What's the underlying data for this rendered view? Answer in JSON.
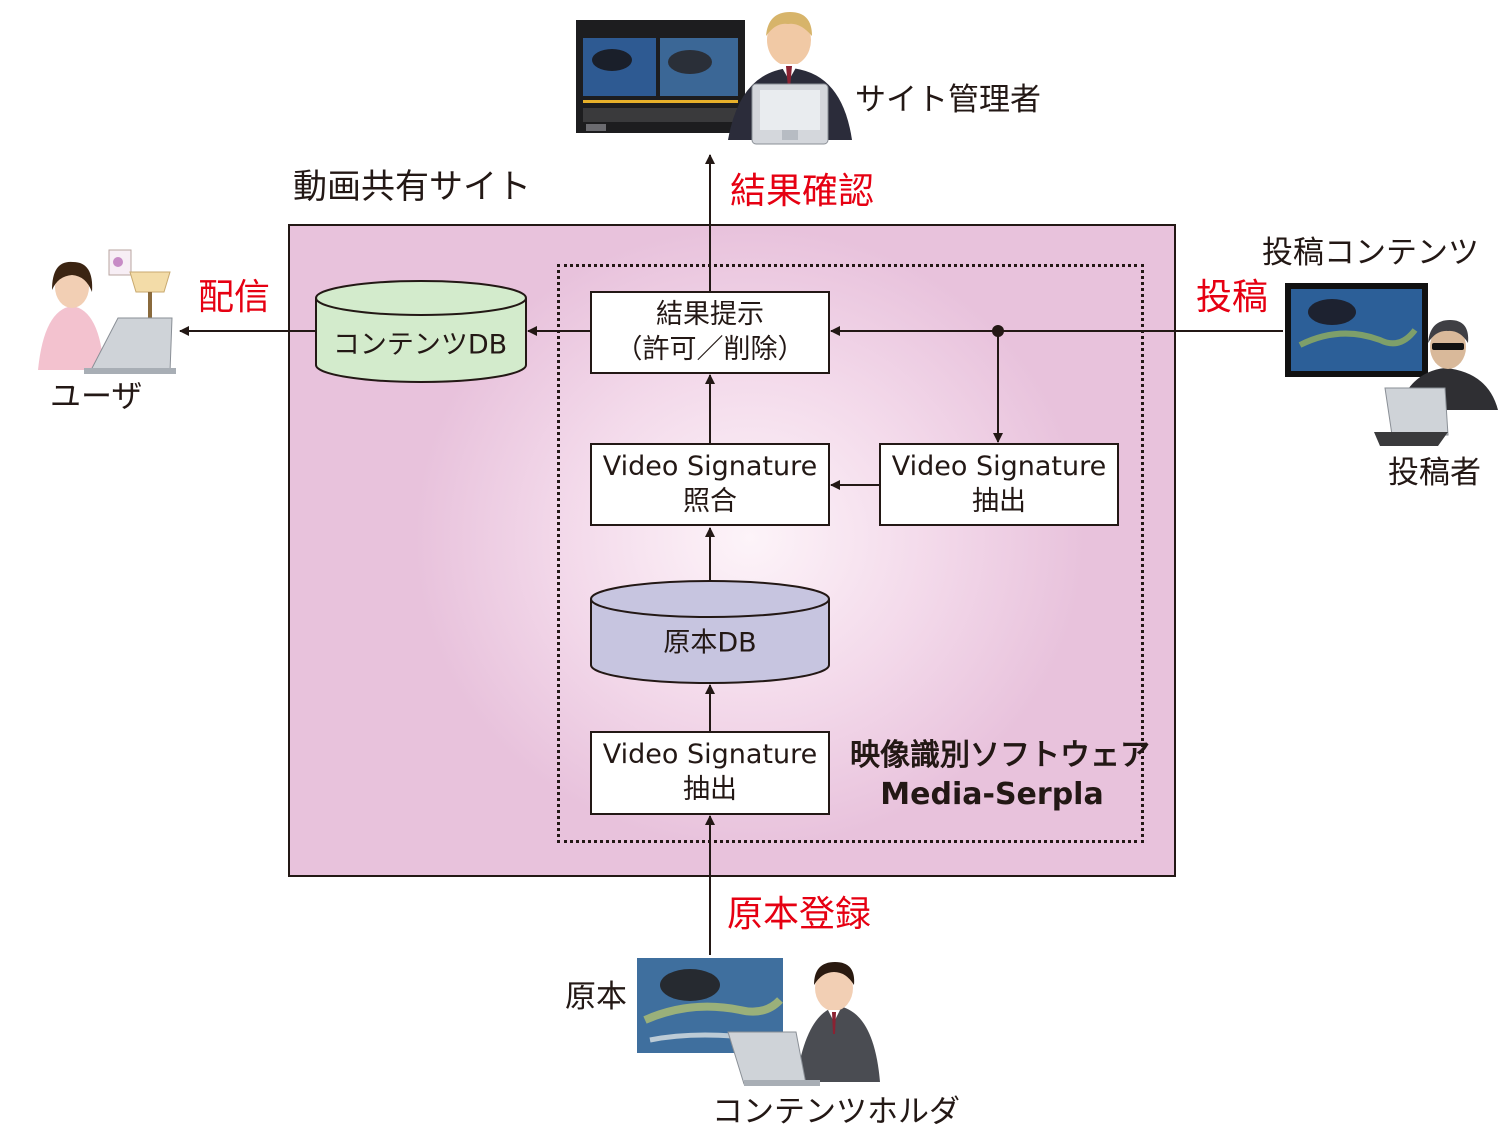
{
  "site_label": "動画共有サイト",
  "admin": {
    "label": "サイト管理者",
    "action": "結果確認"
  },
  "user": {
    "label": "ユーザ",
    "action": "配信"
  },
  "poster": {
    "content_label": "投稿コンテンツ",
    "action": "投稿",
    "label": "投稿者"
  },
  "holder": {
    "original_label": "原本",
    "action": "原本登録",
    "label": "コンテンツホルダ"
  },
  "boxes": {
    "result": {
      "line1": "結果提示",
      "line2": "（許可／削除）"
    },
    "match": {
      "line1": "Video Signature",
      "line2": "照合"
    },
    "extract_right": {
      "line1": "Video Signature",
      "line2": "抽出"
    },
    "extract_bottom": {
      "line1": "Video Signature",
      "line2": "抽出"
    }
  },
  "databases": {
    "content_db": "コンテンツDB",
    "original_db": "原本DB"
  },
  "software": {
    "line1": "映像識別ソフトウェア",
    "line2": "Media-Serpla"
  },
  "colors": {
    "accent_red": "#e60012",
    "site_bg": "#ecc8e0",
    "content_db_fill": "#d3ebcc",
    "original_db_fill": "#c7c5e0",
    "line": "#231815"
  },
  "icons": [
    "admin-monitor-screenshot",
    "admin-person-icon",
    "user-person-icon",
    "poster-content-screen",
    "poster-person-icon",
    "original-video-thumbnail",
    "holder-person-icon"
  ]
}
